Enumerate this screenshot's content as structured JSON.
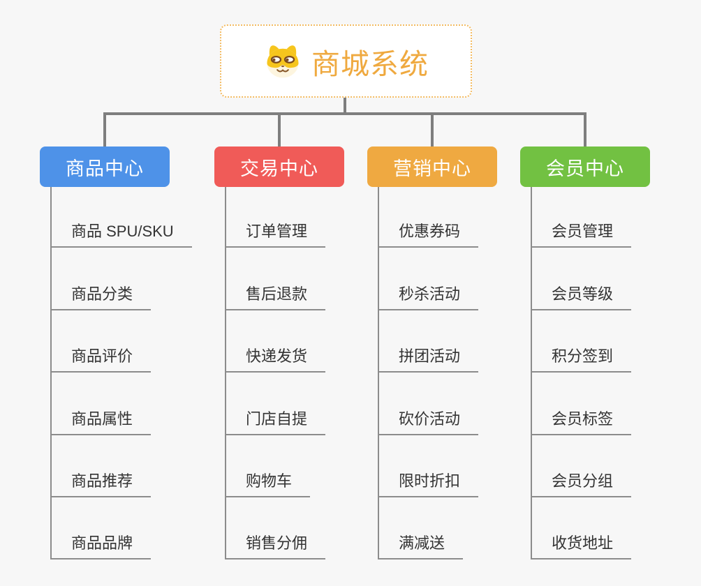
{
  "root": {
    "title": "商城系统",
    "icon": "dog-face-icon"
  },
  "branches": [
    {
      "label": "商品中心",
      "color": "#4e92e8",
      "children": [
        "商品 SPU/SKU",
        "商品分类",
        "商品评价",
        "商品属性",
        "商品推荐",
        "商品品牌"
      ]
    },
    {
      "label": "交易中心",
      "color": "#f05b58",
      "children": [
        "订单管理",
        "售后退款",
        "快递发货",
        "门店自提",
        "购物车",
        "销售分佣"
      ]
    },
    {
      "label": "营销中心",
      "color": "#efa941",
      "children": [
        "优惠券码",
        "秒杀活动",
        "拼团活动",
        "砍价活动",
        "限时折扣",
        "满减送"
      ]
    },
    {
      "label": "会员中心",
      "color": "#72c142",
      "children": [
        "会员管理",
        "会员等级",
        "积分签到",
        "会员标签",
        "会员分组",
        "收货地址"
      ]
    }
  ],
  "colors": {
    "background": "#f7f7f7",
    "root_accent": "#efa93f",
    "root_border": "#f3bb61",
    "connector": "#7e7e7e",
    "leaf_line": "#8c8c8c",
    "leaf_text": "#333333"
  }
}
